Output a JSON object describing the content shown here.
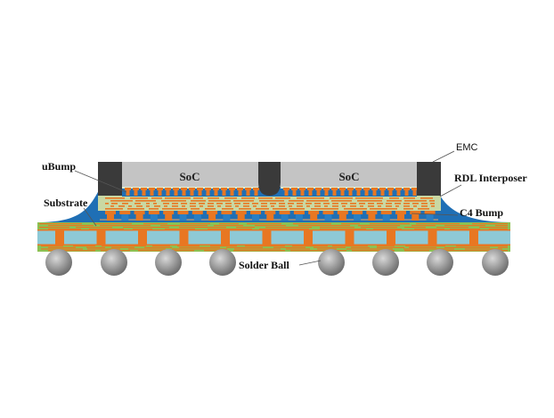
{
  "labels": {
    "emc": "EMC",
    "rdl": "RDL Interposer",
    "c4": "C4 Bump",
    "ubump": "uBump",
    "substrate": "Substrate",
    "solder": "Solder Ball",
    "soc_left": "SoC",
    "soc_right": "SoC"
  },
  "colors": {
    "emc": "#3a3a3a",
    "soc": "#c4c4c4",
    "underfill": "#1f6fb5",
    "copper": "#e87722",
    "rdl": "#c9d8a3",
    "substrate_green": "#8cc152",
    "substrate_core": "#8ec9d6",
    "solder_ball": "#9a9a9a"
  }
}
